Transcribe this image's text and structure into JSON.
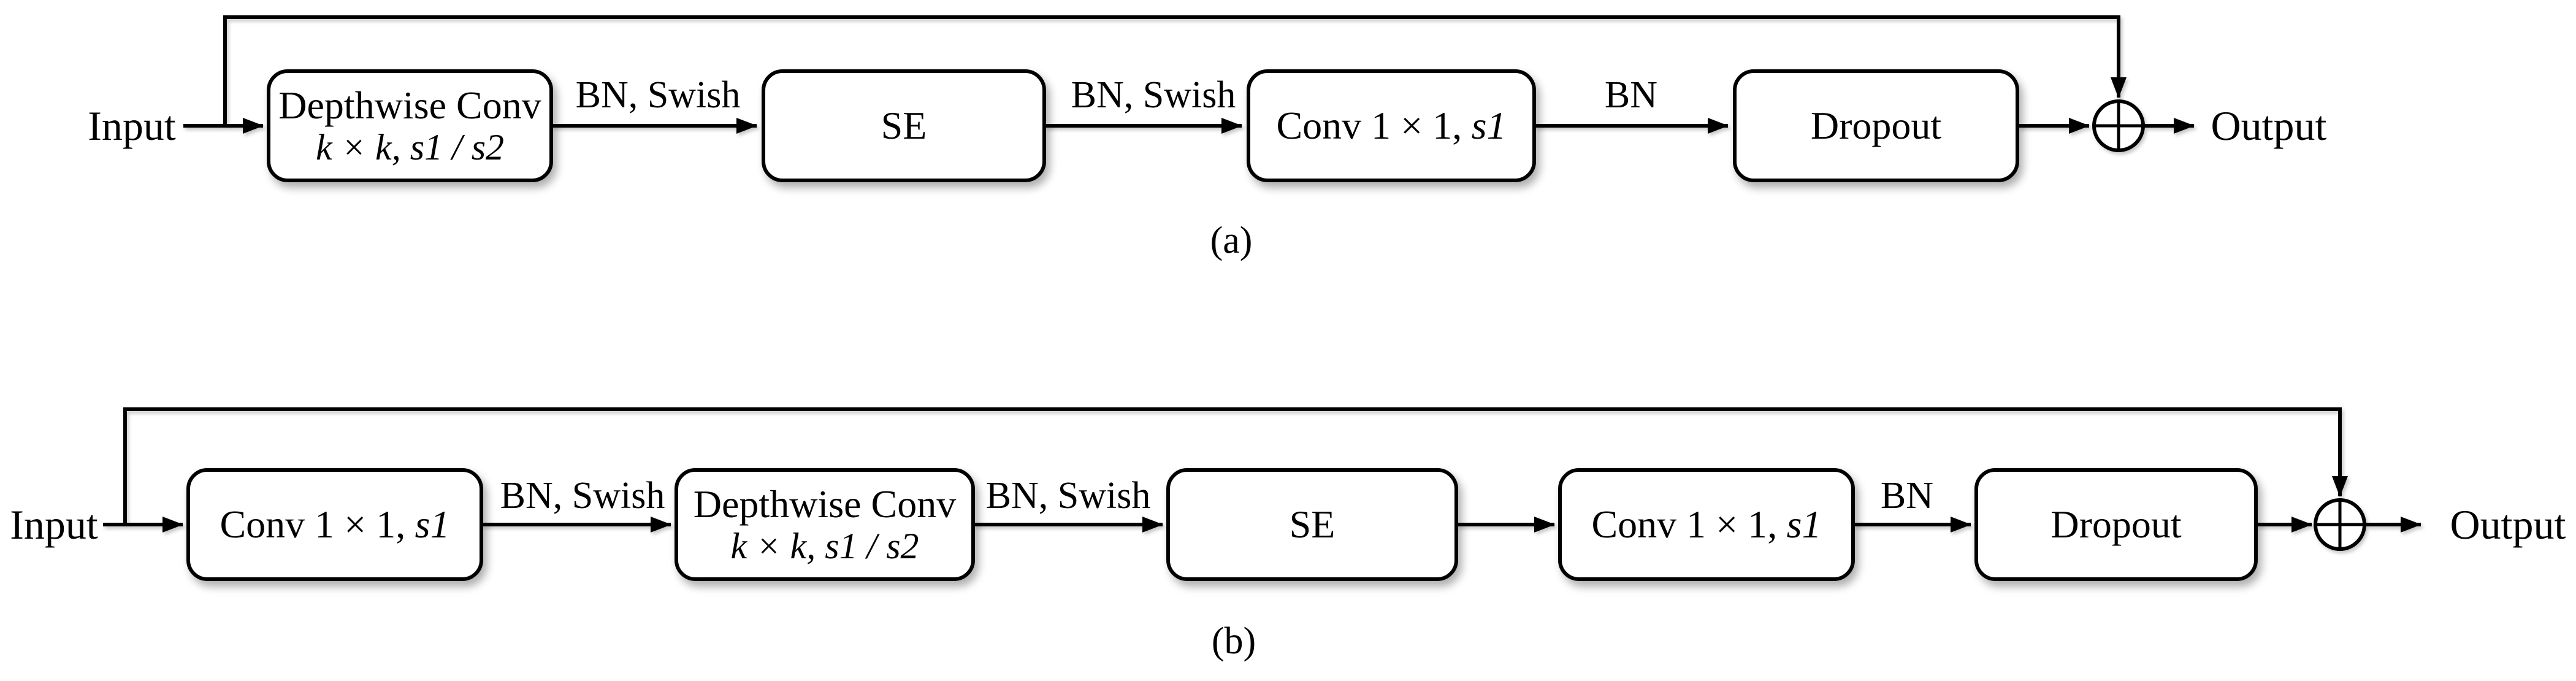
{
  "colors": {
    "ink": "#000000",
    "paper": "#ffffff"
  },
  "diagram_a": {
    "caption": "(a)",
    "input_label": "Input",
    "output_label": "Output",
    "add_icon": "circle-plus",
    "blocks": {
      "depthwise_conv": {
        "title": "Depthwise Conv",
        "params": "k × k, s1 / s2"
      },
      "se": {
        "title": "SE"
      },
      "project_conv": {
        "title_prefix": "Conv 1 × 1,",
        "stride": "s1"
      },
      "dropout": {
        "title": "Dropout"
      }
    },
    "edge_labels": {
      "after_depthwise": "BN, Swish",
      "after_se": "BN, Swish",
      "after_project": "BN"
    }
  },
  "diagram_b": {
    "caption": "(b)",
    "input_label": "Input",
    "output_label": "Output",
    "add_icon": "circle-plus",
    "blocks": {
      "expand_conv": {
        "title_prefix": "Conv 1 × 1,",
        "stride": "s1"
      },
      "depthwise_conv": {
        "title": "Depthwise Conv",
        "params": "k × k, s1 / s2"
      },
      "se": {
        "title": "SE"
      },
      "project_conv": {
        "title_prefix": "Conv 1 × 1,",
        "stride": "s1"
      },
      "dropout": {
        "title": "Dropout"
      }
    },
    "edge_labels": {
      "after_expand": "BN, Swish",
      "after_depthwise": "BN, Swish",
      "after_project": "BN"
    }
  }
}
